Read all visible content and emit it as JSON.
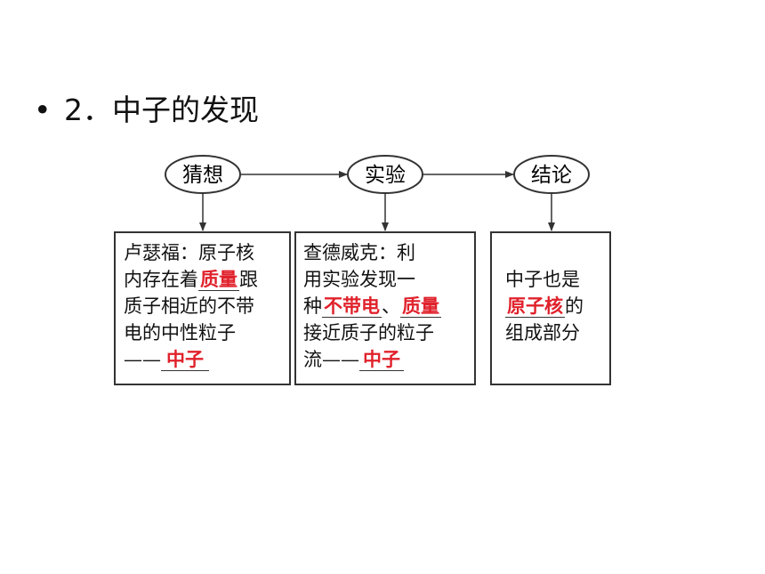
{
  "heading": {
    "bullet": "•",
    "text": "2．中子的发现"
  },
  "flow": {
    "nodes": [
      "猜想",
      "实验",
      "结论"
    ]
  },
  "boxes": [
    {
      "line1": "卢瑟福：原子核",
      "line2_pre": "内存在着",
      "line2_answer": "质量",
      "line2_post": "跟",
      "line3": "质子相近的不带",
      "line4": "电的中性粒子",
      "line5_pre": "——",
      "line5_answer": "中子"
    },
    {
      "line1": "查德威克：利",
      "line2": "用实验发现一",
      "line3_pre": "种",
      "line3_answer1": "不带电",
      "line3_mid": "、",
      "line3_answer2": "质量",
      "line4": "接近质子的粒子",
      "line5_pre": "流——",
      "line5_answer": "中子"
    },
    {
      "line1": "中子也是",
      "line2_answer": "原子核",
      "line2_post": "的",
      "line3": "组成部分"
    }
  ],
  "colors": {
    "answer": "#e0212b",
    "line": "#333333"
  }
}
